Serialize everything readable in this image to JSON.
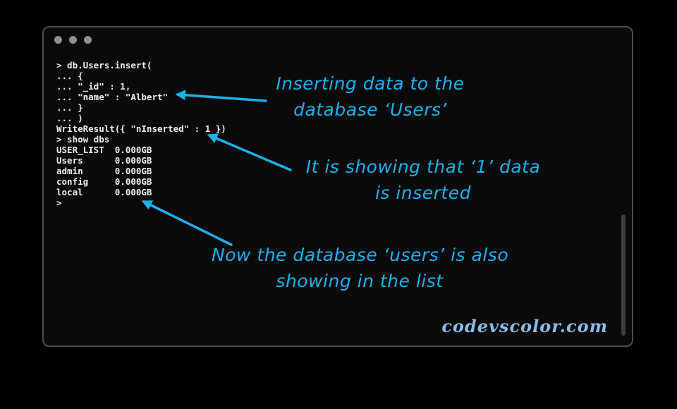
{
  "colors": {
    "page-bg": "#000000",
    "window-bg": "#0a0a0b",
    "window-border": "#4d4d4f",
    "dot": "#8f9194",
    "terminal-text": "#eef0f2",
    "accent": "#1ab2ec",
    "watermark-color": "#8cbbe9",
    "scrollbar": "#3e3f42"
  },
  "terminal": {
    "lines": [
      "> db.Users.insert(",
      "... {",
      "... \"_id\" : 1,",
      "... \"name\" : \"Albert\"",
      "... }",
      "... )",
      "WriteResult({ \"nInserted\" : 1 })",
      "> show dbs",
      "USER_LIST  0.000GB",
      "Users      0.000GB",
      "admin      0.000GB",
      "config     0.000GB",
      "local      0.000GB",
      ">"
    ]
  },
  "annotations": {
    "insert": {
      "line1": "Inserting data to the",
      "line2": "database ‘Users’"
    },
    "result": {
      "line1": "It is showing that ‘1’ data",
      "line2": "is inserted"
    },
    "list": {
      "line1": "Now the database ‘users’ is also",
      "line2": "showing in the list"
    }
  },
  "watermark": "codevscolor.com"
}
